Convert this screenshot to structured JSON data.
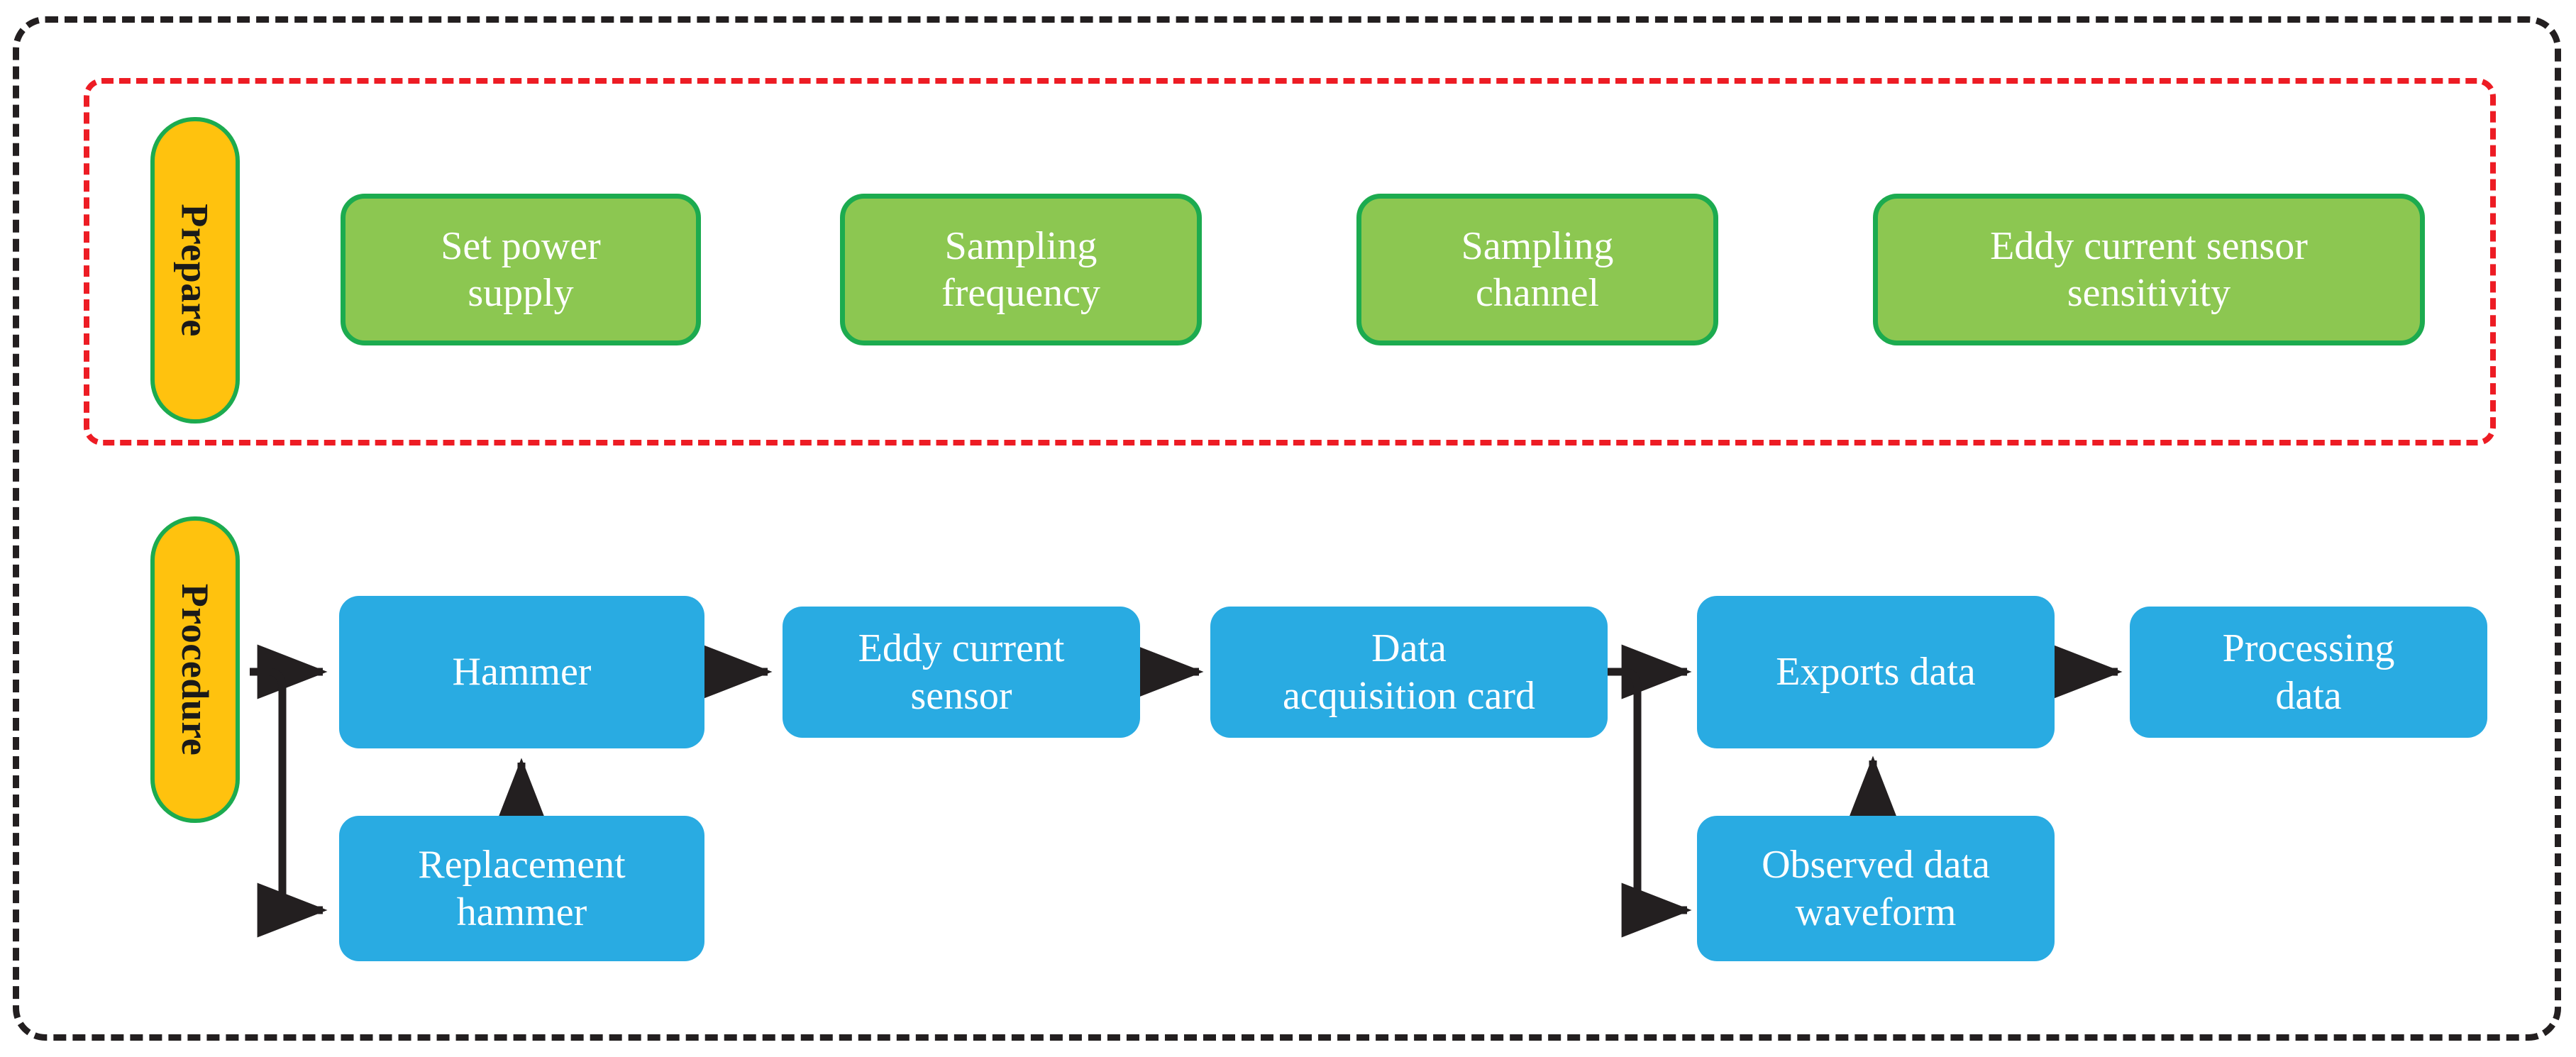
{
  "figure": {
    "type": "flowchart",
    "title": "",
    "background_color": "#ffffff"
  },
  "colors": {
    "outer_border": "#231F20",
    "inner_border": "#ED1C24",
    "pill_fill": "#FFC20E",
    "pill_border": "#1CAB4F",
    "green_fill": "#8CC751",
    "green_border": "#1CAB4F",
    "blue_fill": "#29ABE2",
    "arrow": "#231F20",
    "node_text": "#FFFFFF",
    "pill_text": "#1A1A1A"
  },
  "groups": {
    "outer": {
      "name": "outer-dashed-frame",
      "style": "dashed",
      "color": "#231F20"
    },
    "prepare_group": {
      "name": "prepare-dashed-frame",
      "style": "dashed",
      "color": "#ED1C24"
    }
  },
  "lanes": [
    {
      "id": "prepare",
      "label": "Prepare",
      "orientation": "vertical"
    },
    {
      "id": "procedure",
      "label": "Procedure",
      "orientation": "vertical"
    }
  ],
  "prepare_nodes": [
    {
      "id": "set-power-supply",
      "label": "Set power\nsupply",
      "line1": "Set power",
      "line2": "supply"
    },
    {
      "id": "sampling-frequency",
      "label": "Sampling\nfrequency",
      "line1": "Sampling",
      "line2": "frequency"
    },
    {
      "id": "sampling-channel",
      "label": "Sampling\nchannel",
      "line1": "Sampling",
      "line2": "channel"
    },
    {
      "id": "eddy-current-sensor-sensitivity",
      "label": "Eddy current sensor\nsensitivity",
      "line1": "Eddy current sensor",
      "line2": "sensitivity"
    }
  ],
  "procedure_nodes": [
    {
      "id": "hammer",
      "label": "Hammer",
      "line1": "Hammer",
      "line2": ""
    },
    {
      "id": "eddy-current-sensor",
      "label": "Eddy current\nsensor",
      "line1": "Eddy current",
      "line2": "sensor"
    },
    {
      "id": "data-acquisition-card",
      "label": "Data\nacquisition card",
      "line1": "Data",
      "line2": "acquisition card"
    },
    {
      "id": "exports-data",
      "label": "Exports data",
      "line1": "Exports data",
      "line2": ""
    },
    {
      "id": "processing-data",
      "label": "Processing\ndata",
      "line1": "Processing",
      "line2": "data"
    },
    {
      "id": "replacement-hammer",
      "label": "Replacement\nhammer",
      "line1": "Replacement",
      "line2": "hammer"
    },
    {
      "id": "observed-data-waveform",
      "label": "Observed data\nwaveform",
      "line1": "Observed data",
      "line2": "waveform"
    }
  ],
  "edges": [
    {
      "from": "procedure",
      "to": "hammer",
      "kind": "arrow-right"
    },
    {
      "from": "procedure",
      "to": "replacement-hammer",
      "kind": "arrow-elbow-down"
    },
    {
      "from": "replacement-hammer",
      "to": "hammer",
      "kind": "arrow-up"
    },
    {
      "from": "hammer",
      "to": "eddy-current-sensor",
      "kind": "arrow-right"
    },
    {
      "from": "eddy-current-sensor",
      "to": "data-acquisition-card",
      "kind": "arrow-right"
    },
    {
      "from": "data-acquisition-card",
      "to": "exports-data",
      "kind": "arrow-right"
    },
    {
      "from": "data-acquisition-card",
      "to": "observed-data-waveform",
      "kind": "arrow-elbow-down"
    },
    {
      "from": "observed-data-waveform",
      "to": "exports-data",
      "kind": "arrow-up"
    },
    {
      "from": "exports-data",
      "to": "processing-data",
      "kind": "arrow-right"
    }
  ]
}
